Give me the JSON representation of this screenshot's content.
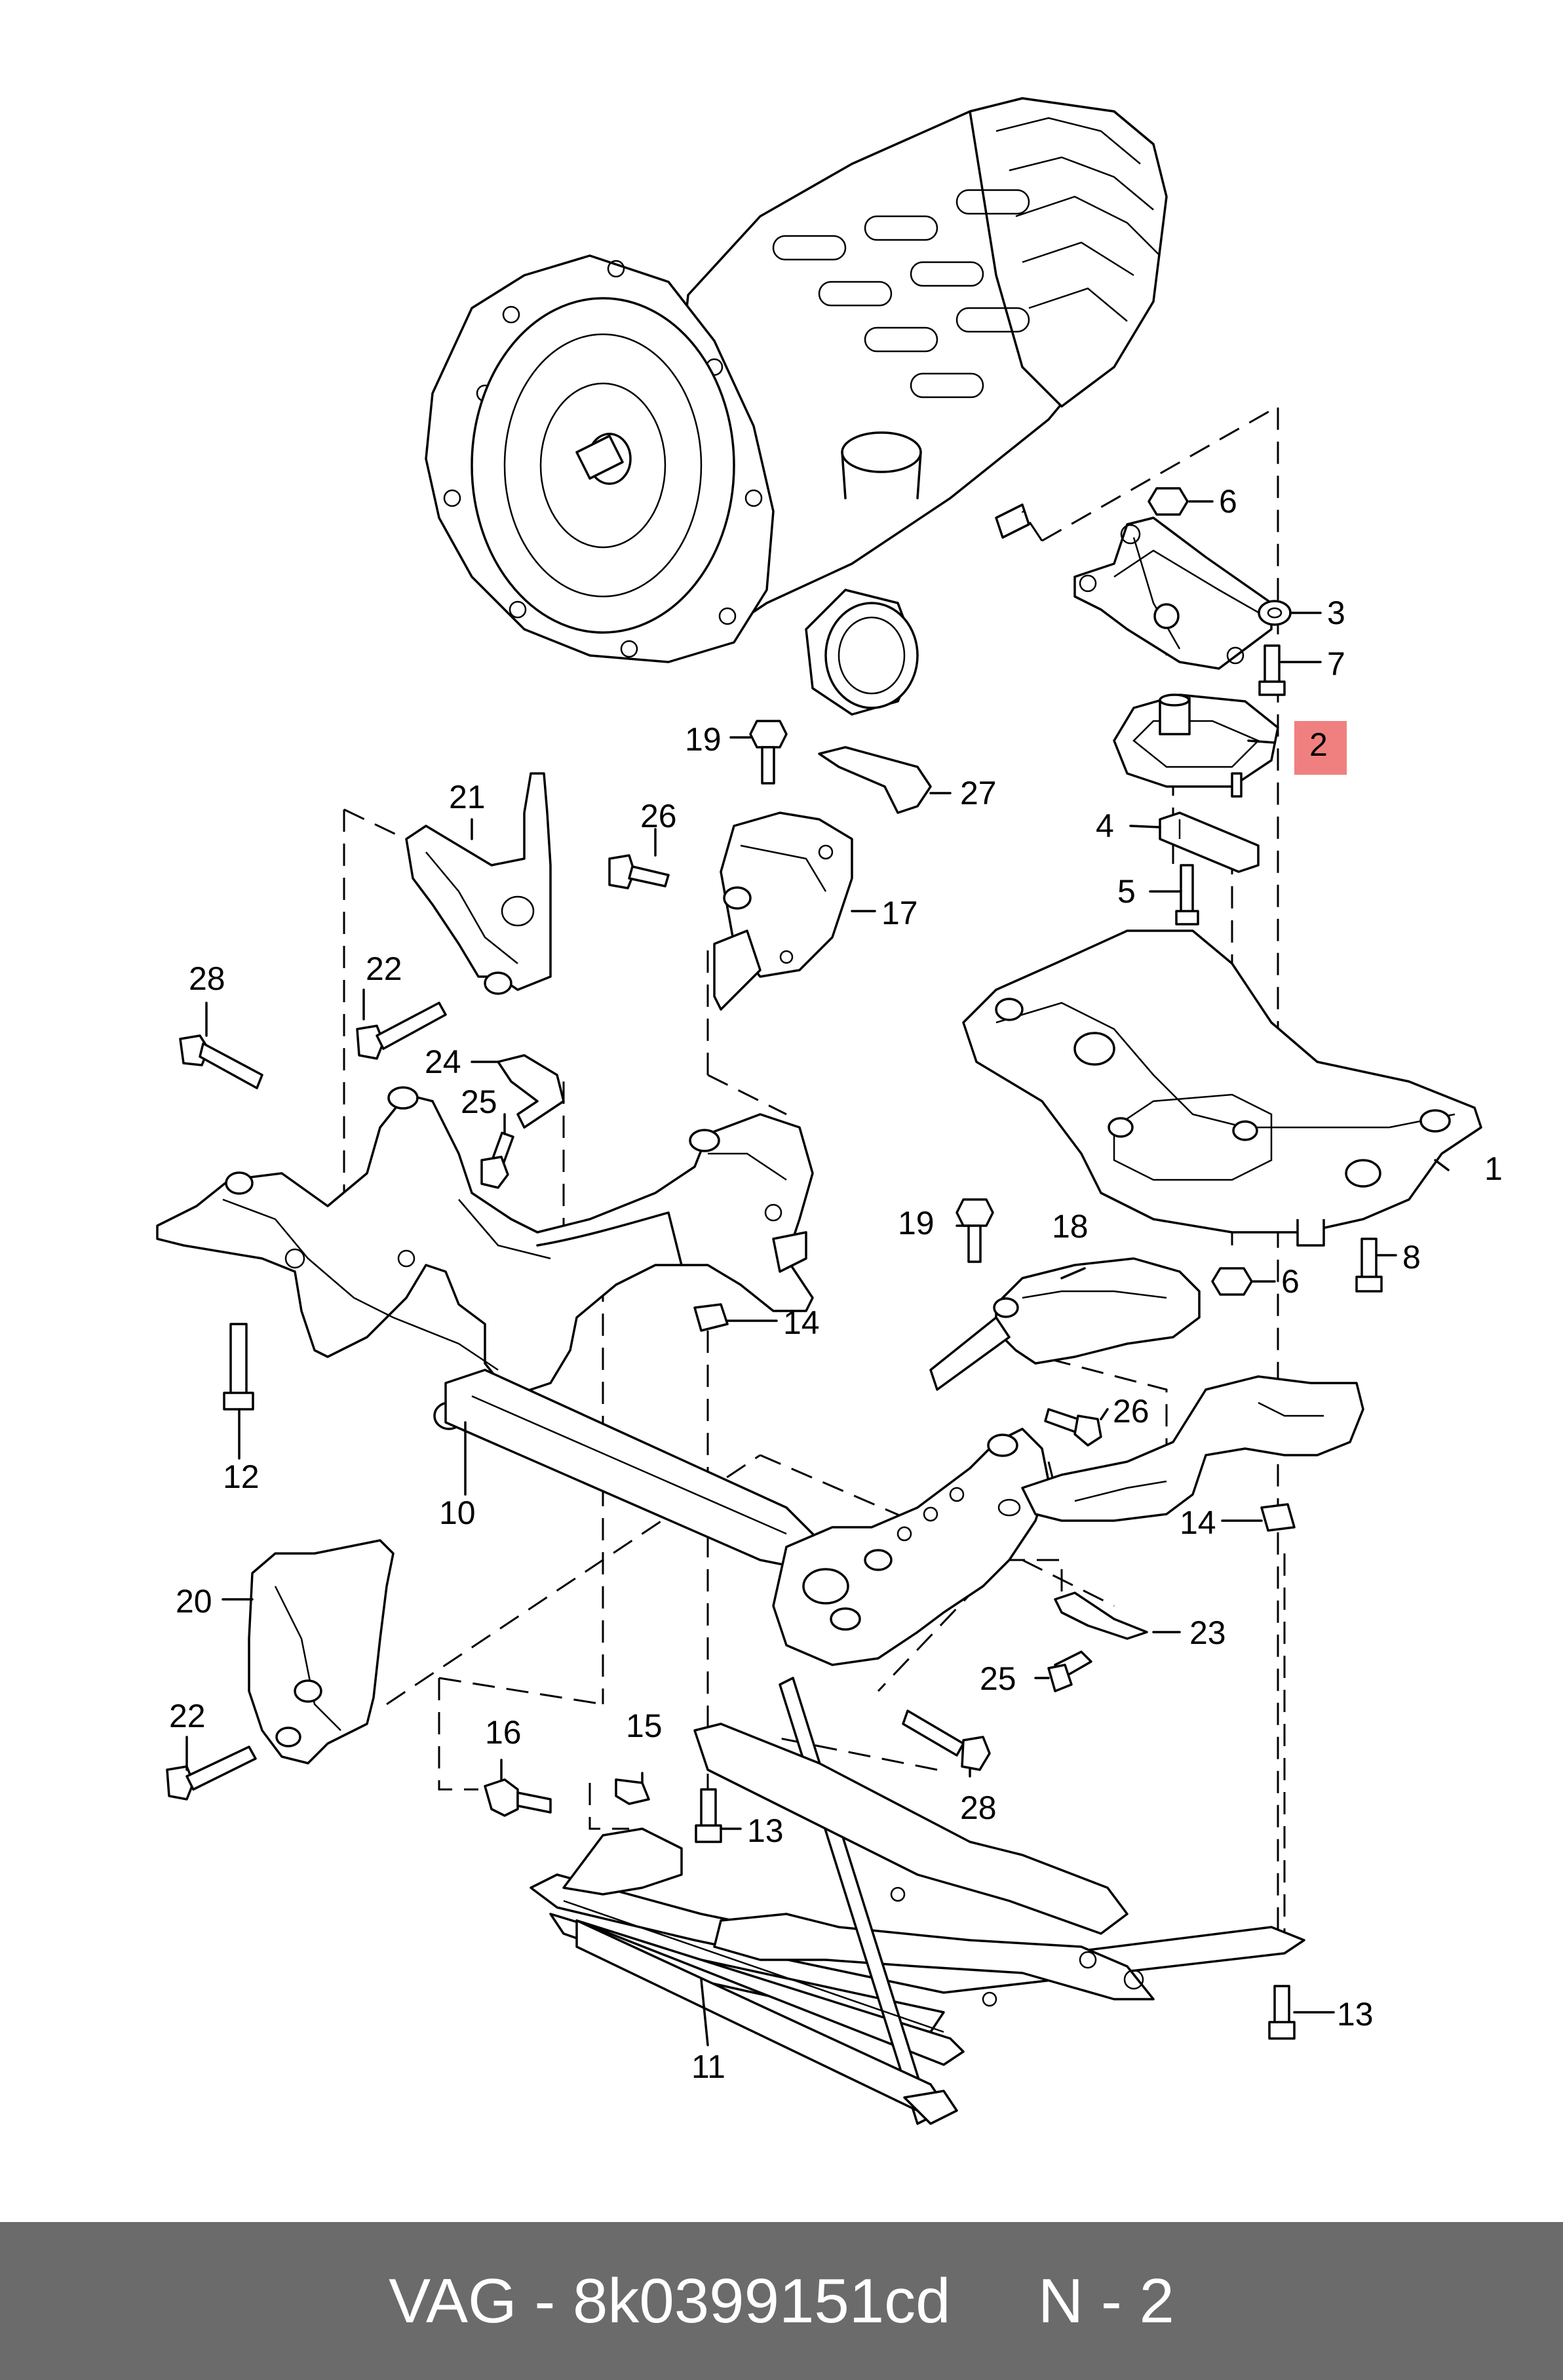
{
  "callouts": {
    "c1": "1",
    "c2": "2",
    "c3": "3",
    "c4": "4",
    "c5": "5",
    "c6a": "6",
    "c6b": "6",
    "c7": "7",
    "c8": "8",
    "c10": "10",
    "c11": "11",
    "c12": "12",
    "c13a": "13",
    "c13b": "13",
    "c14a": "14",
    "c14b": "14",
    "c15": "15",
    "c16": "16",
    "c17": "17",
    "c18": "18",
    "c19a": "19",
    "c19b": "19",
    "c20": "20",
    "c21": "21",
    "c22a": "22",
    "c22b": "22",
    "c23": "23",
    "c24": "24",
    "c25a": "25",
    "c25b": "25",
    "c26a": "26",
    "c26b": "26",
    "c27": "27",
    "c28a": "28",
    "c28b": "28"
  },
  "highlight": {
    "part": "2",
    "color": "#f08080"
  },
  "footer": {
    "text": "VAG - 8k0399151cd     N - 2",
    "background": "#6b6b6b",
    "text_color": "#ffffff"
  }
}
